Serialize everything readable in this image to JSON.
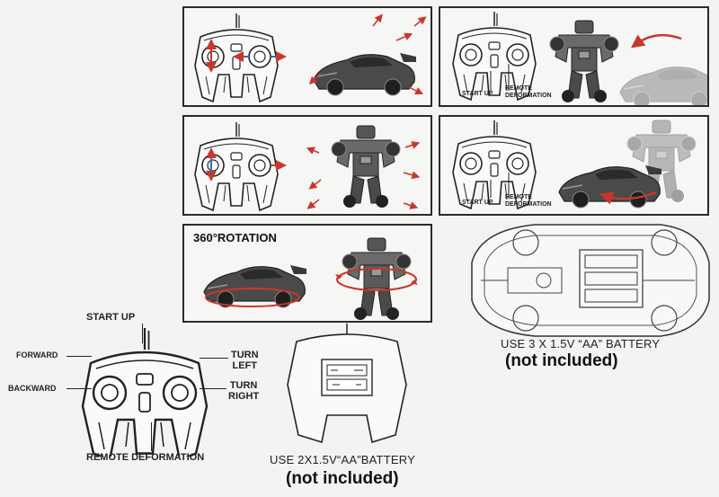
{
  "panels": {
    "p1": {},
    "p2": {
      "start_up": "START UP",
      "remote_deformation": "REMOTE\nDEFORMATION"
    },
    "p3": {},
    "p4": {
      "start_up": "START UP",
      "remote_deformation": "REMOTE\nDEFORMATION"
    },
    "p5": {
      "title": "360°ROTATION"
    }
  },
  "controller_labels": {
    "start_up": "START UP",
    "forward": "FORWARD",
    "backward": "BACKWARD",
    "turn_left": "TURN\nLEFT",
    "turn_right": "TURN\nRIGHT",
    "remote_deformation": "REMOTE DEFORMATION"
  },
  "battery": {
    "remote": "USE 2X1.5V“AA”BATTERY",
    "remote_note": "(not included)",
    "car": "USE 3 X 1.5V  “AA” BATTERY",
    "car_note": "(not included)"
  },
  "colors": {
    "arrow_red": "#c8372d",
    "arrow_blue": "#2f6fb5",
    "car_gray": "#4a4a4a"
  }
}
